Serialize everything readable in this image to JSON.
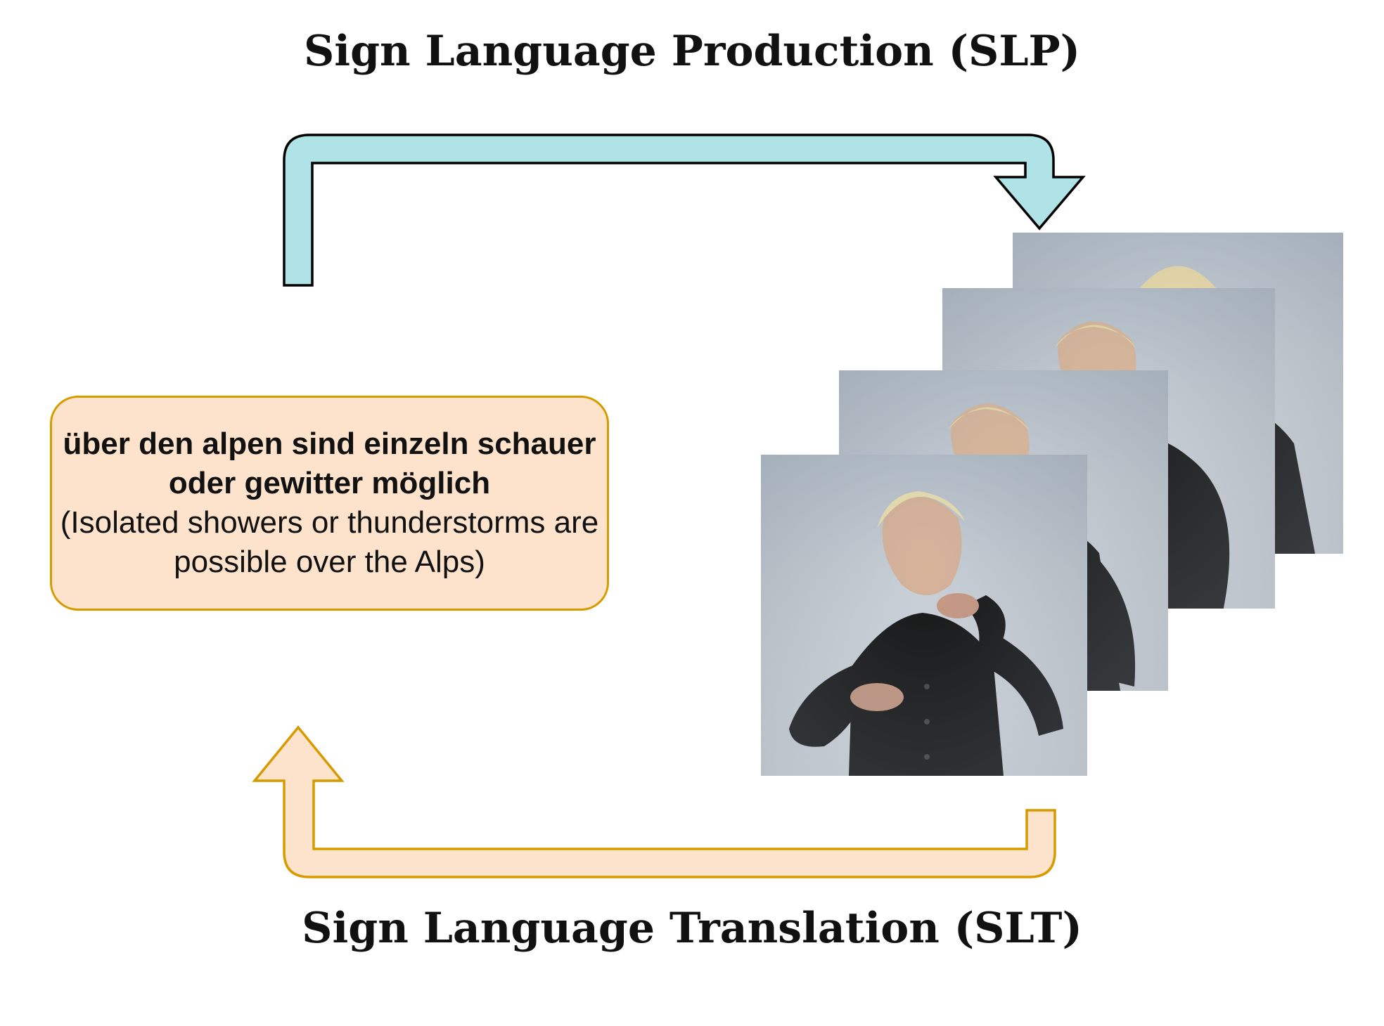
{
  "diagram": {
    "slp_label": "Sign Language Production (SLP)",
    "slt_label": "Sign Language Translation (SLT)",
    "sentence": {
      "german": "über den alpen sind einzeln schauer oder gewitter möglich",
      "english": "(Isolated showers or thunderstorms are possible over the Alps)"
    },
    "frames": [
      {
        "name": "video-frame-4"
      },
      {
        "name": "video-frame-3"
      },
      {
        "name": "video-frame-2"
      },
      {
        "name": "video-frame-1"
      }
    ],
    "colors": {
      "slp_arrow_fill": "#b0e3e6",
      "slp_arrow_stroke": "#000000",
      "slt_arrow_fill": "#fde3cc",
      "slt_arrow_stroke": "#d79b00",
      "box_fill": "#fde3cc",
      "box_stroke": "#d79b00"
    }
  }
}
